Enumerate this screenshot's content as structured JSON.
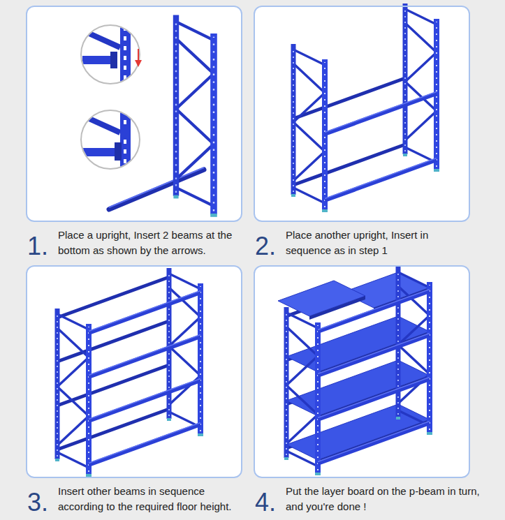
{
  "diagram": {
    "nodes": [
      {
        "text": [
          "1.",
          "Place a upright, Insert 2 beams at the bottom as shown by the arrows."
        ]
      },
      {
        "text": [
          "2.",
          "Place another upright, Insert in sequence as in step 1"
        ]
      },
      {
        "text": [
          "3.",
          "Insert other beams in sequence according to the required floor height."
        ]
      },
      {
        "text": [
          "4.",
          "Put the layer board on the p-beam in turn, and you're done !"
        ]
      }
    ]
  }
}
